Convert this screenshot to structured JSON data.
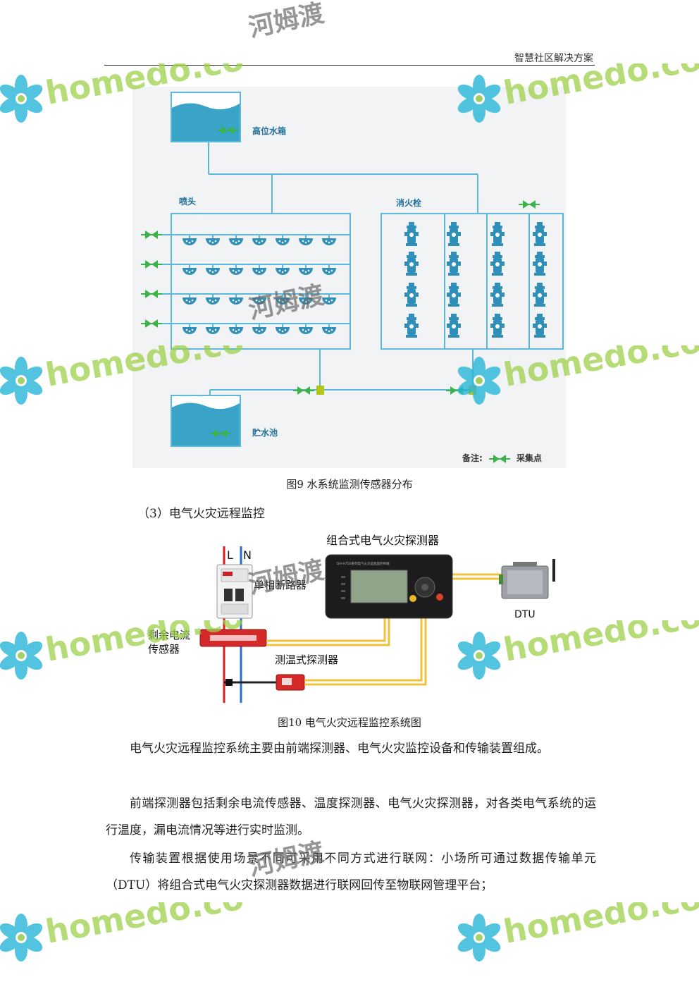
{
  "header": {
    "title": "智慧社区解决方案"
  },
  "figure9": {
    "labels": {
      "high_tank": "高位水箱",
      "sprinkler": "喷头",
      "hydrant": "消火栓",
      "storage": "贮水池",
      "note_prefix": "备注:",
      "note_text": "采集点"
    },
    "caption": "图9 水系统监测传感器分布",
    "colors": {
      "water": "#3aa3c8",
      "pipe": "#5bb8d6",
      "valve": "#3bb34a",
      "node": "#b4c619"
    }
  },
  "section3": {
    "heading": "（3）电气火灾远程监控"
  },
  "figure10": {
    "labels": {
      "L": "L",
      "N": "N",
      "detector": "组合式电气火灾探测器",
      "breaker": "单相断路器",
      "residual_line1": "剩余电流",
      "residual_line2": "传感器",
      "temp_detector": "测温式探测器",
      "dtu": "DTU",
      "device_header": "DH-H750系列电气火灾远程监控终端"
    },
    "caption": "图10 电气火灾远程监控系统图"
  },
  "paragraphs": [
    "电气火灾远程监控系统主要由前端探测器、电气火灾监控设备和传输装置组成。",
    "前端探测器包括剩余电流传感器、温度探测器、电气火灾探测器，对各类电气系统的运行温度，漏电流情况等进行实时监测。",
    "传输装置根据使用场景不同可采用不同方式进行联网：小场所可通过数据传输单元（DTU）将组合式电气火灾探测器数据进行联网回传至物联网管理平台；"
  ],
  "watermark": {
    "brand": "homedo.com",
    "cn": "河姆渡"
  }
}
